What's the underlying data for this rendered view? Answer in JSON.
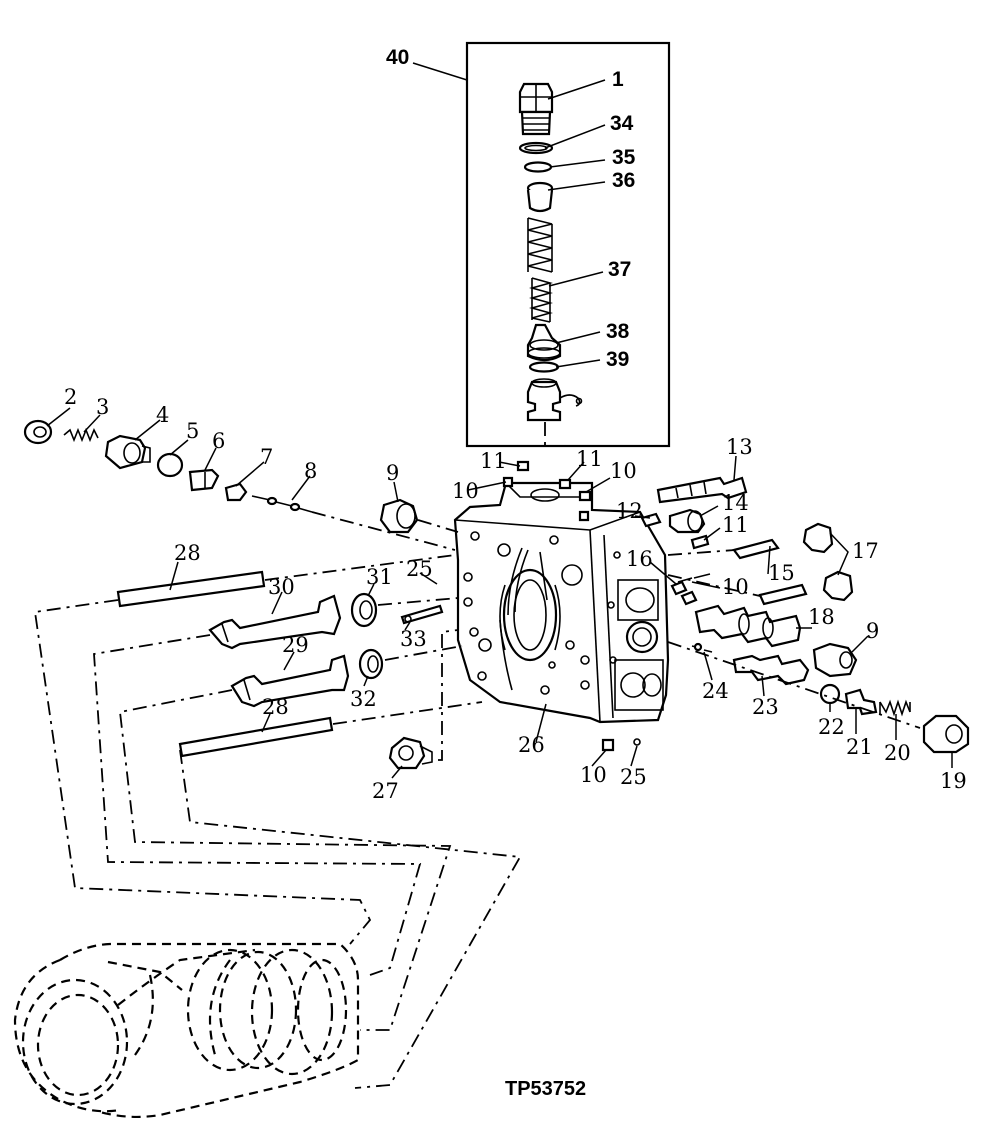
{
  "figure_code": "TP53752",
  "callouts": {
    "c40": "40",
    "c1": "1",
    "c34": "34",
    "c35": "35",
    "c36": "36",
    "c37": "37",
    "c38": "38",
    "c39": "39",
    "c2": "2",
    "c3": "3",
    "c4": "4",
    "c5": "5",
    "c6": "6",
    "c7": "7",
    "c8": "8",
    "c9a": "9",
    "c11a": "11",
    "c11b": "11",
    "c10a": "10",
    "c10b": "10",
    "c13": "13",
    "c12": "12",
    "c14": "14",
    "c11c": "11",
    "c28a": "28",
    "c25a": "25",
    "c16": "16",
    "c17": "17",
    "c15": "15",
    "c10c": "10",
    "c30": "30",
    "c31": "31",
    "c33": "33",
    "c18": "18",
    "c9b": "9",
    "c29": "29",
    "c32": "32",
    "c24": "24",
    "c23": "23",
    "c28b": "28",
    "c22": "22",
    "c21": "21",
    "c20": "20",
    "c19": "19",
    "c26": "26",
    "c10d": "10",
    "c25b": "25",
    "c27": "27"
  }
}
